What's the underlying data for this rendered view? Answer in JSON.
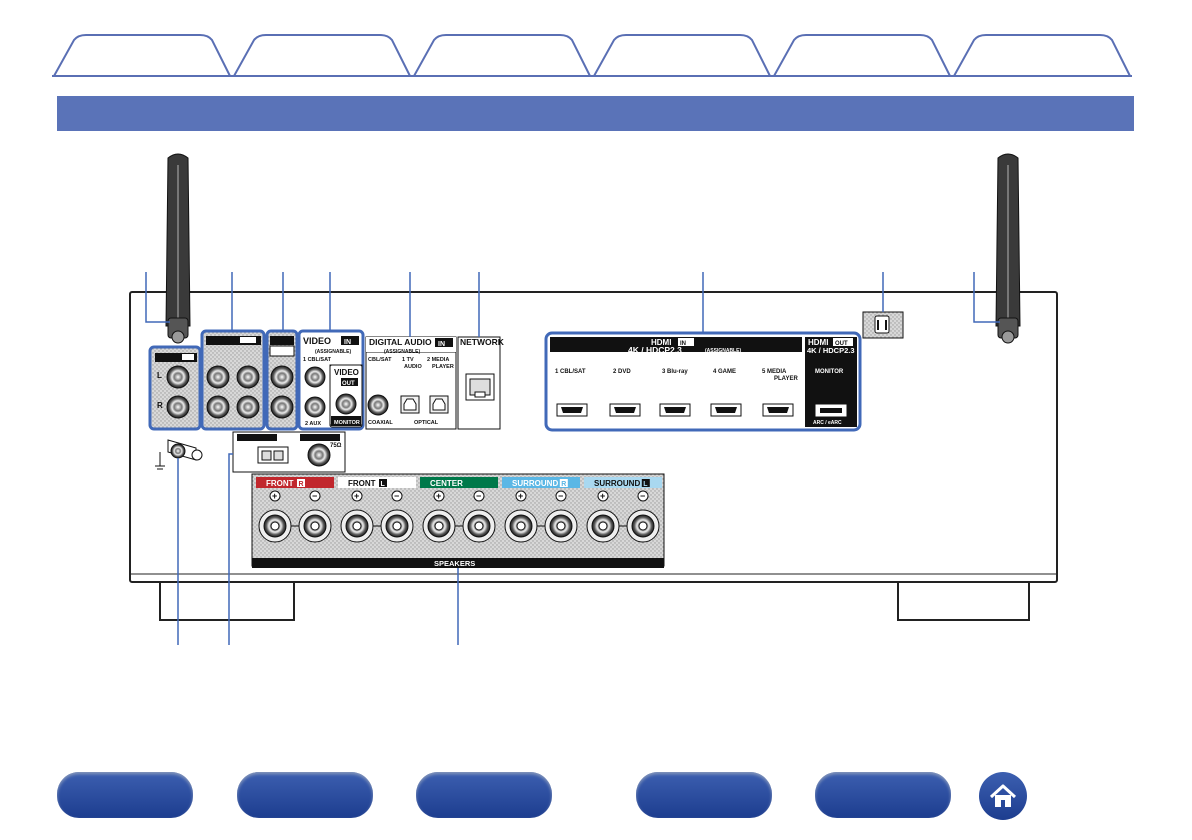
{
  "colors": {
    "accent": "#5a73b8",
    "callout": "#4169b8",
    "front_r": "#c1272d",
    "center": "#00794a",
    "surround": "#5bb7e5"
  },
  "tabs": [
    "",
    "",
    "",
    "",
    "",
    ""
  ],
  "panel": {
    "video_in": {
      "title": "VIDEO",
      "in": "IN",
      "sub": "(ASSIGNABLE)",
      "in1": "1 CBL/SAT",
      "in2": "2 AUX"
    },
    "video_out": {
      "title": "VIDEO",
      "out": "OUT",
      "monitor": "MONITOR"
    },
    "digital_audio": {
      "title": "DIGITAL AUDIO",
      "in": "IN",
      "sub": "(ASSIGNABLE)",
      "cbl_sat": "CBL/SAT",
      "tv_audio_1": "1  TV",
      "tv_audio_2": "AUDIO",
      "media_player_1": "2  MEDIA",
      "media_player_2": "PLAYER",
      "coaxial": "COAXIAL",
      "optical": "OPTICAL"
    },
    "network": {
      "title": "NETWORK"
    },
    "hdmi_in": {
      "title": "HDMI",
      "in": "IN",
      "spec": "4K / HDCP2.3",
      "sub": "(ASSIGNABLE)",
      "ports": [
        "1  CBL/SAT",
        "2  DVD",
        "3  Blu-ray",
        "4  GAME",
        "5  MEDIA"
      ],
      "port5_line2": "PLAYER"
    },
    "hdmi_out": {
      "title": "HDMI",
      "out": "OUT",
      "spec": "4K / HDCP2.3",
      "monitor": "MONITOR",
      "arc": "ARC / eARC"
    },
    "antenna": {
      "ohm": "75Ω"
    },
    "speakers": {
      "title": "SPEAKERS",
      "groups": [
        {
          "label": "FRONT",
          "side": "R"
        },
        {
          "label": "FRONT",
          "side": "L"
        },
        {
          "label": "CENTER",
          "side": ""
        },
        {
          "label": "SURROUND",
          "side": "R"
        },
        {
          "label": "SURROUND",
          "side": "L"
        }
      ],
      "plus": "+",
      "minus": "−"
    },
    "audio_l": "L",
    "audio_r": "R"
  }
}
